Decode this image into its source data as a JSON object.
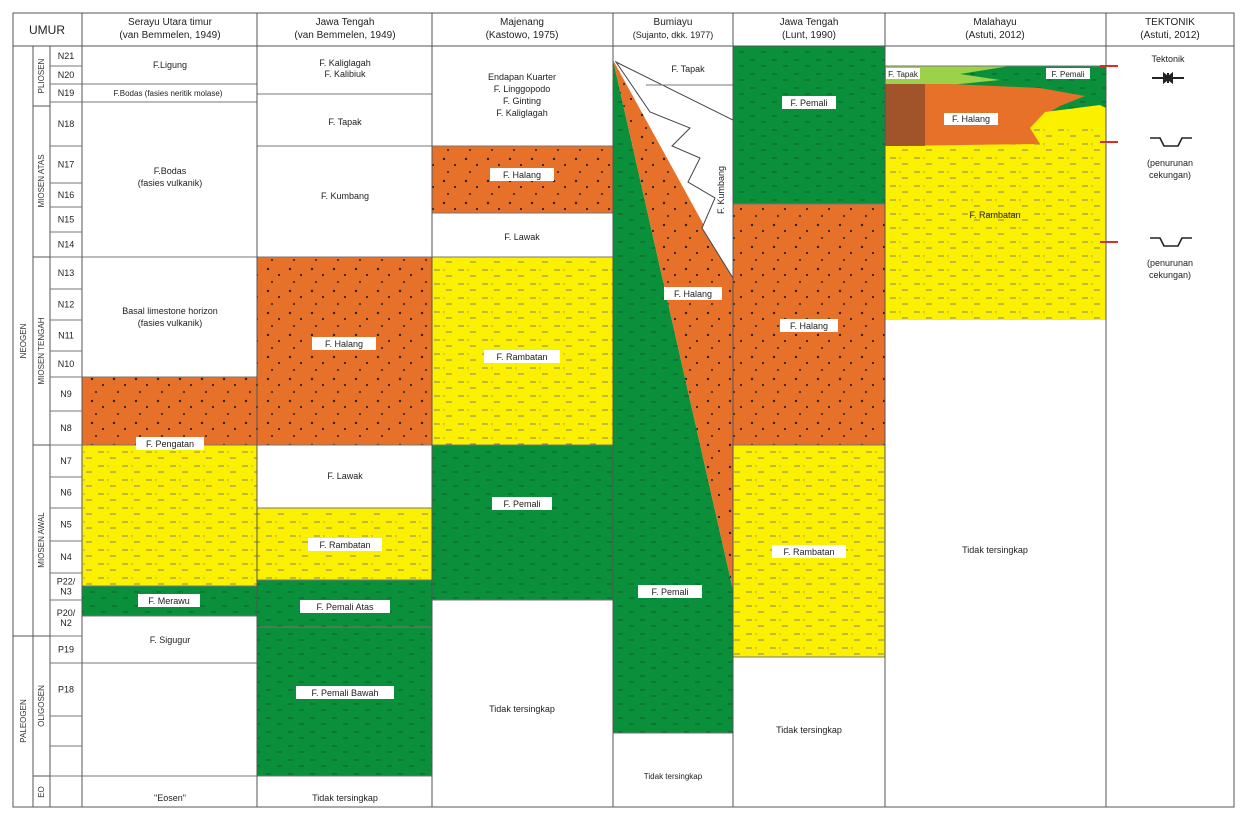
{
  "colors": {
    "orange": "#e8712a",
    "yellow": "#fbf000",
    "green": "#0a8f3a",
    "light_green": "#9bd24a",
    "brown": "#8a4a2a",
    "white": "#ffffff",
    "line": "#333333",
    "red": "#e22a2a"
  },
  "header": {
    "umur": "UMUR",
    "columns": [
      {
        "title": "Serayu Utara timur",
        "sub": "(van Bemmelen, 1949)"
      },
      {
        "title": "Jawa Tengah",
        "sub": "(van Bemmelen, 1949)"
      },
      {
        "title": "Majenang",
        "sub": "(Kastowo, 1975)"
      },
      {
        "title": "Bumiayu",
        "sub": "(Sujanto, dkk. 1977)"
      },
      {
        "title": "Jawa Tengah",
        "sub": "(Lunt, 1990)"
      },
      {
        "title": "Malahayu",
        "sub": "(Astuti, 2012)"
      },
      {
        "title": "TEKTONIK",
        "sub": "(Astuti, 2012)"
      }
    ]
  },
  "epochs": [
    {
      "id": "paleogen",
      "label": "PALEOGEN"
    },
    {
      "id": "neogen",
      "label": "NEOGEN"
    },
    {
      "id": "pliosen",
      "label": "PLIOSEN"
    },
    {
      "id": "miosen_atas",
      "label": "MIOSEN ATAS"
    },
    {
      "id": "miosen_tengah",
      "label": "MIOSEN TENGAH"
    },
    {
      "id": "miosen_awal",
      "label": "MIOSEN AWAL"
    },
    {
      "id": "oligosen",
      "label": "OLIGOSEN"
    },
    {
      "id": "eo",
      "label": "EO"
    }
  ],
  "zones": [
    "N21",
    "N20",
    "N19",
    "N18",
    "N17",
    "N16",
    "N15",
    "N14",
    "N13",
    "N12",
    "N11",
    "N10",
    "N9",
    "N8",
    "N7",
    "N6",
    "N5",
    "N4",
    "P22/\nN3",
    "P20/\nN2",
    "P19",
    "P18",
    ""
  ],
  "serayu": {
    "ligung": "F.Ligung",
    "bodas1": "F.Bodas (fasies neritik molase)",
    "bodas2_a": "F.Bodas",
    "bodas2_b": "(fasies vulkanik)",
    "basal_a": "Basal limestone horizon",
    "basal_b": "(fasies vulkanik)",
    "pengatan": "F. Pengatan",
    "merawu": "F. Merawu",
    "sigugur": "F. Sigugur",
    "eosen": "\"Eosen\""
  },
  "jateng1": {
    "kaliglagah": "F. Kaliglagah",
    "kalibiuk": "F. Kalibiuk",
    "tapak": "F. Tapak",
    "kumbang": "F. Kumbang",
    "halang": "F. Halang",
    "lawak": "F. Lawak",
    "rambatan": "F. Rambatan",
    "pemali_atas": "F. Pemali Atas",
    "pemali_bawah": "F. Pemali Bawah",
    "tidak": "Tidak tersingkap"
  },
  "majenang": {
    "l1": "Endapan Kuarter",
    "l2": "F. Linggopodo",
    "l3": "F. Ginting",
    "l4": "F. Kaliglagah",
    "halang": "F. Halang",
    "lawak": "F. Lawak",
    "rambatan": "F. Rambatan",
    "pemali": "F. Pemali",
    "tidak": "Tidak tersingkap"
  },
  "bumiayu": {
    "tapak": "F. Tapak",
    "kumbang": "F. Kumbang",
    "halang": "F. Halang",
    "pemali": "F. Pemali",
    "tidak": "Tidak tersingkap"
  },
  "lunt": {
    "pemali_top": "F. Pemali",
    "halang": "F. Halang",
    "rambatan": "F. Rambatan",
    "tidak": "Tidak tersingkap"
  },
  "malahayu": {
    "tapak": "F. Tapak",
    "pemali": "F. Pemali",
    "halang": "F. Halang",
    "rambatan": "F. Rambatan",
    "tidak": "Tidak tersingkap"
  },
  "tektonik": {
    "t1": "Tektonik",
    "p1a": "(penurunan",
    "p1b": "cekungan)",
    "p2a": "(penurunan",
    "p2b": "cekungan)"
  }
}
